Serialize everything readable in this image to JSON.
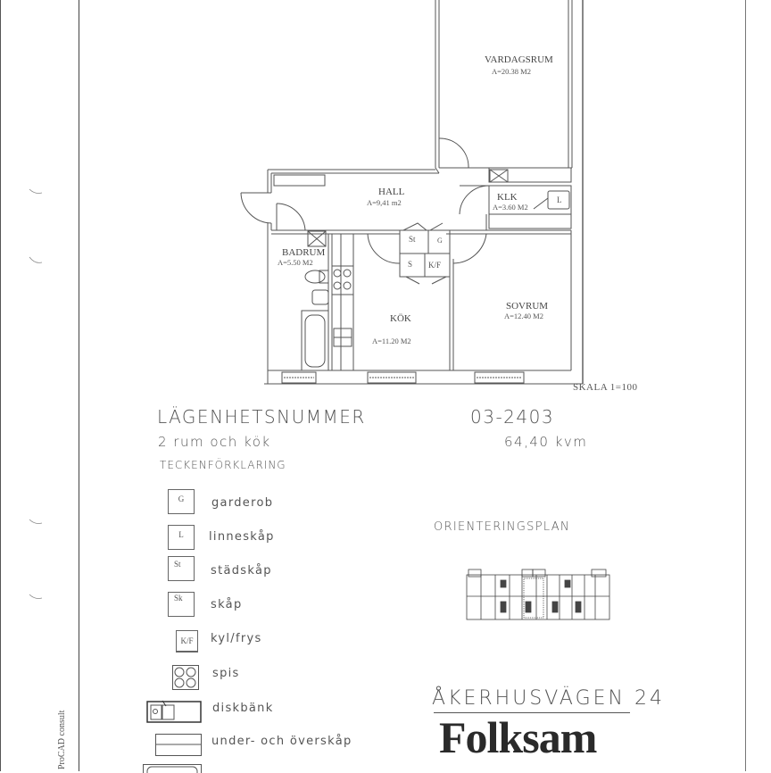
{
  "floor_plan": {
    "rooms": [
      {
        "id": "vardagsrum",
        "name": "VARDAGSRUM",
        "area": "A=20.38 M2"
      },
      {
        "id": "hall",
        "name": "HALL",
        "area": "A=9,41 m2"
      },
      {
        "id": "klk",
        "name": "KLK",
        "area": "A=3.60 M2"
      },
      {
        "id": "badrum",
        "name": "BADRUM",
        "area": "A=5.50 M2"
      },
      {
        "id": "kok",
        "name": "KÖK",
        "area": "A=11.20 M2"
      },
      {
        "id": "sovrum",
        "name": "SOVRUM",
        "area": "A=12.40 M2"
      }
    ],
    "fixtures": {
      "st": "St",
      "g": "G",
      "s": "S",
      "kf": "K/F",
      "l": "L"
    },
    "scale": "SKALA 1=100"
  },
  "info": {
    "apartment_label": "LÄGENHETSNUMMER",
    "apartment_number": "03-2403",
    "rooms_desc": "2 rum och kök",
    "size": "64,40 kvm",
    "legend_title": "TECKENFÖRKLARING"
  },
  "legend": [
    {
      "symbol": "G",
      "label": "garderob",
      "icon": "wardrobe-icon"
    },
    {
      "symbol": "L",
      "label": "linneskåp",
      "icon": "linen-cabinet-icon"
    },
    {
      "symbol": "St",
      "label": "städskåp",
      "icon": "cleaning-cabinet-icon"
    },
    {
      "symbol": "Sk",
      "label": "skåp",
      "icon": "cabinet-icon"
    },
    {
      "symbol": "K/F",
      "label": "kyl/frys",
      "icon": "fridge-freezer-icon"
    },
    {
      "symbol": "",
      "label": "spis",
      "icon": "stove-icon"
    },
    {
      "symbol": "",
      "label": "diskbänk",
      "icon": "sink-icon"
    },
    {
      "symbol": "",
      "label": "under- och överskåp",
      "icon": "cupboards-icon"
    }
  ],
  "orientation": {
    "title": "ORIENTERINGSPLAN"
  },
  "footer": {
    "address": "ÅKERHUSVÄGEN 24",
    "brand": "Folksam",
    "side_credit": "ProCAD consult"
  }
}
